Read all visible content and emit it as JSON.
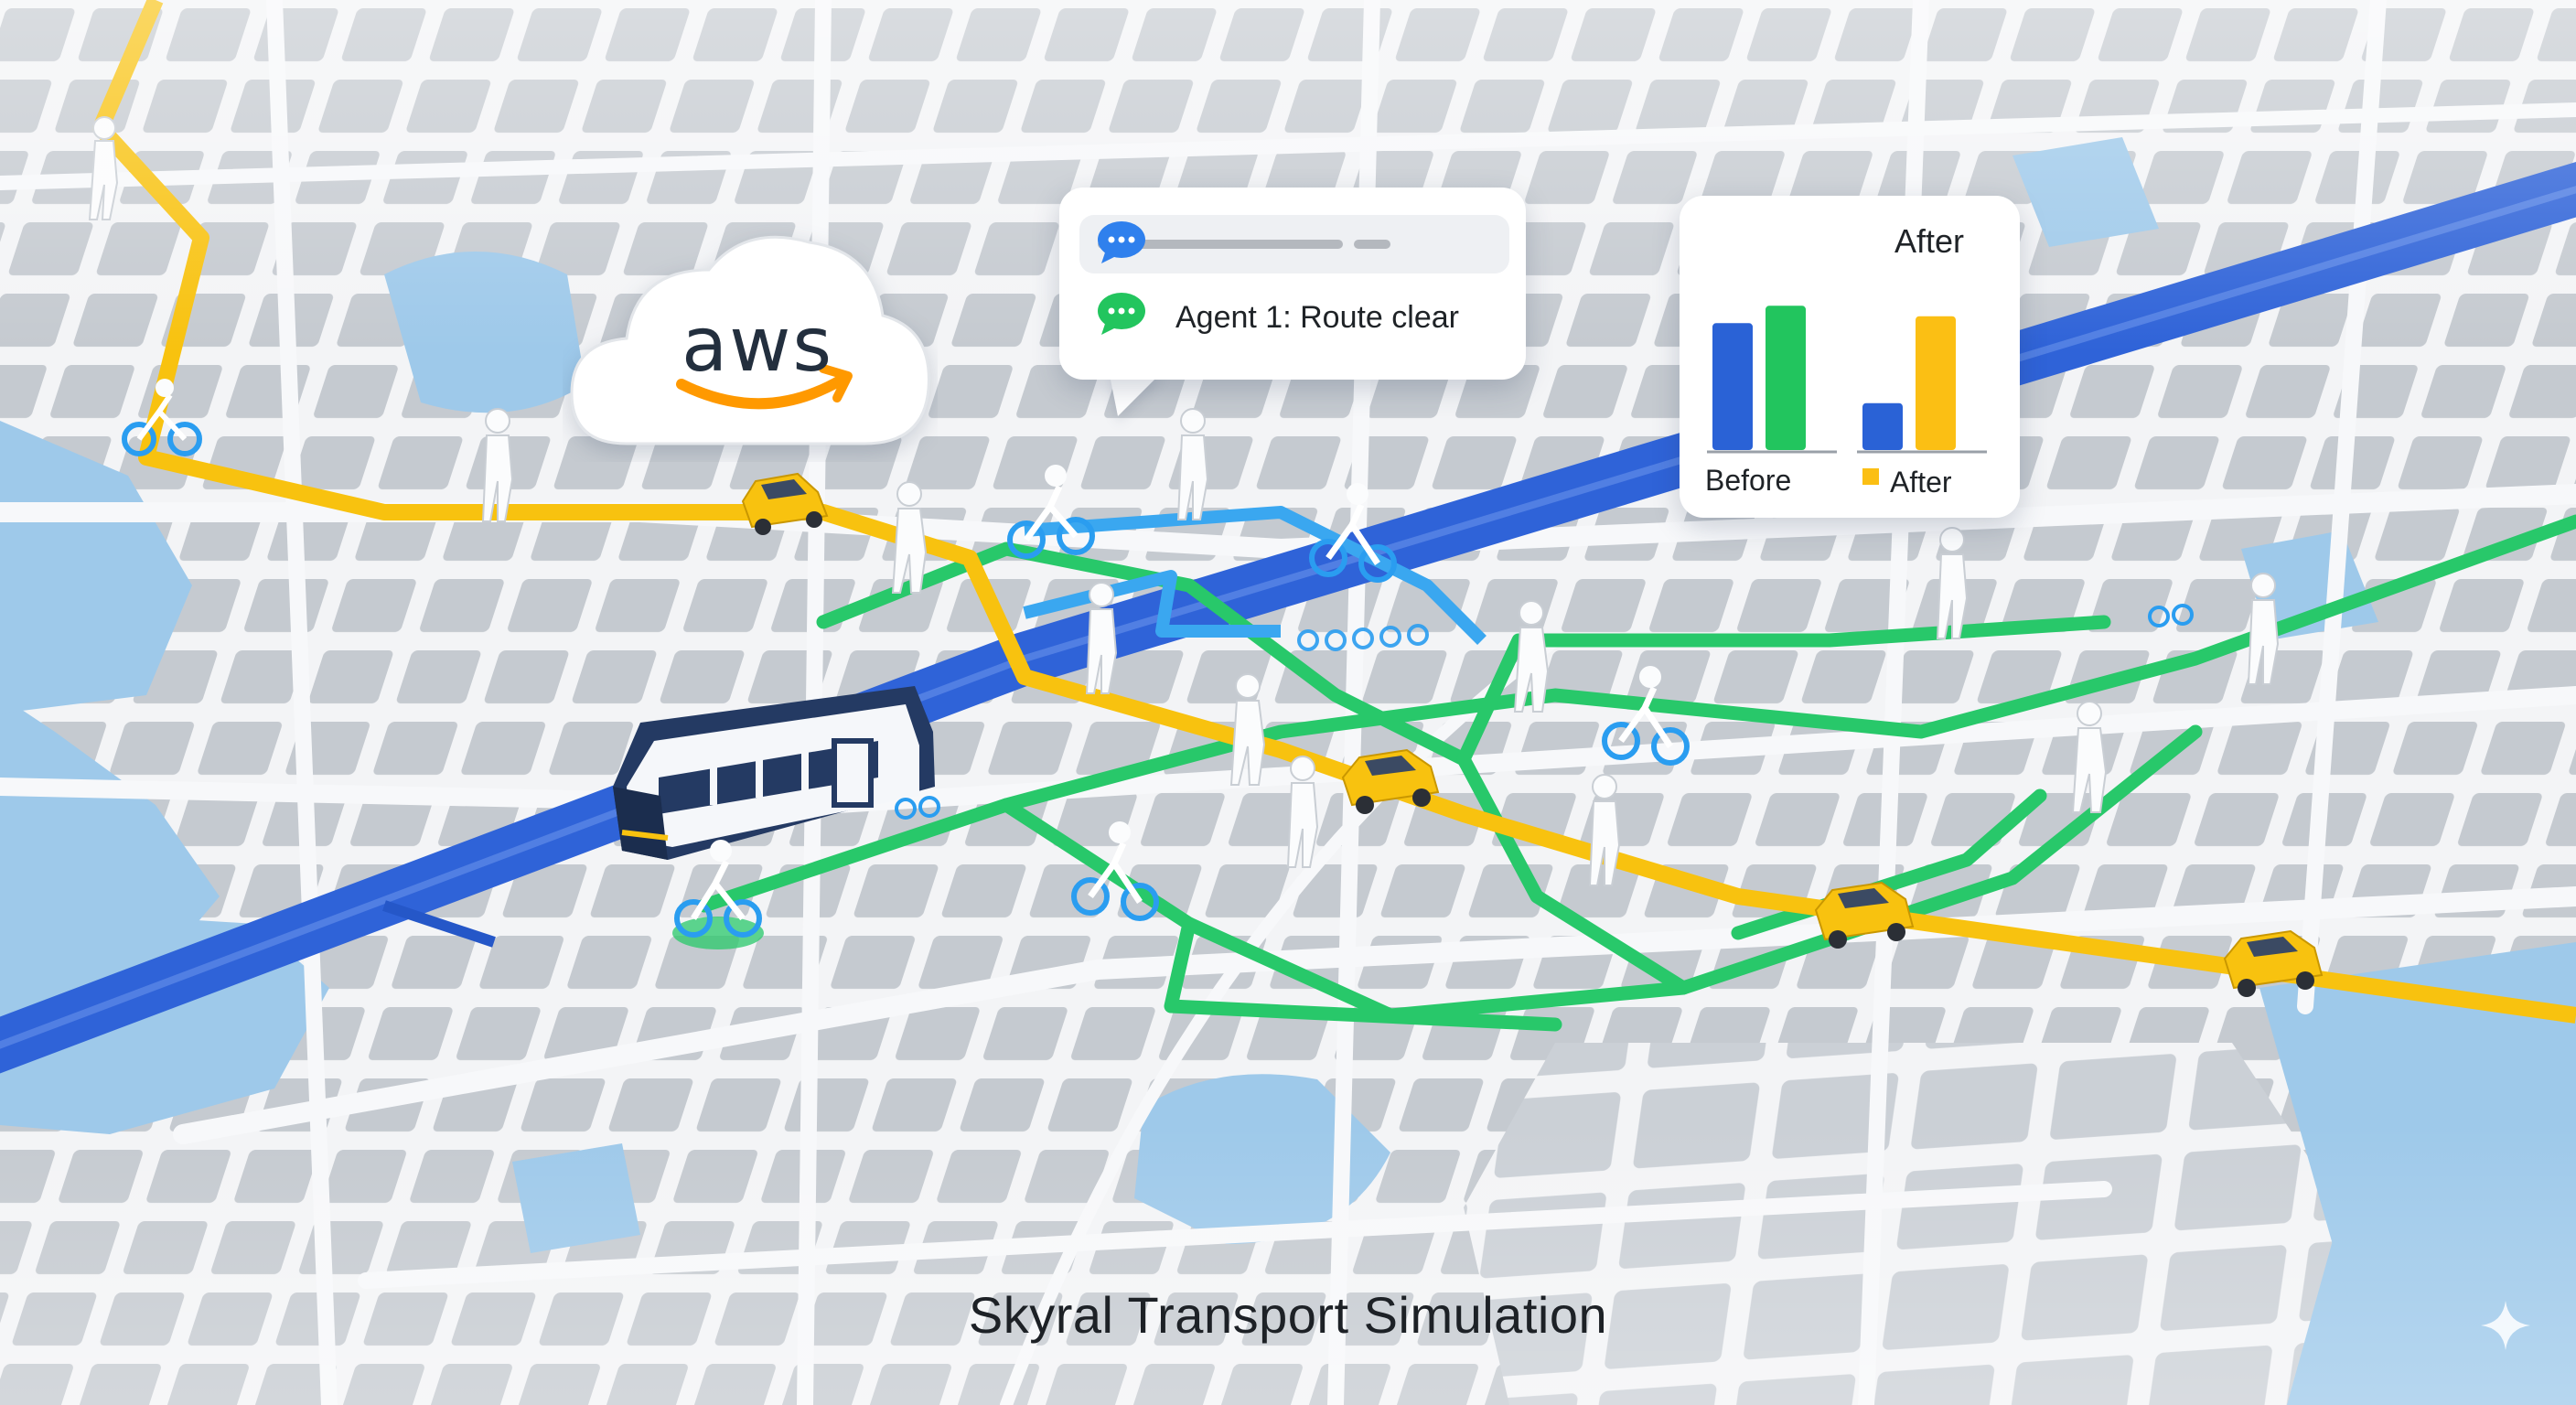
{
  "title": "Skyral Transport Simulation",
  "aws_logo": {
    "text": "aws",
    "smile_color": "#ff9900"
  },
  "chat_panel": {
    "message": "Agent 1: Route clear",
    "icon_blue": "chat-bubble-icon",
    "icon_green": "chat-bubble-icon"
  },
  "comparison_panel": {
    "header_label": "After",
    "before_label": "Before",
    "after_legend_label": "After",
    "groups": [
      {
        "name": "Before",
        "values": [
          0.73,
          0.83
        ]
      },
      {
        "name": "After",
        "values": [
          0.27,
          0.77
        ]
      }
    ],
    "series_colors": {
      "blue": "#2a62d6",
      "green": "#22c55e",
      "yellow": "#fbbf14"
    }
  },
  "route_colors": {
    "rail": "#2f63d8",
    "car_route": "#f8c20f",
    "bike_route": "#28c86a",
    "walk_route": "#3aa7f0"
  },
  "map_colors": {
    "water": "#9dcaea",
    "land": "#d5d9de",
    "block": "#c2c7cd",
    "road": "#f4f5f7"
  }
}
